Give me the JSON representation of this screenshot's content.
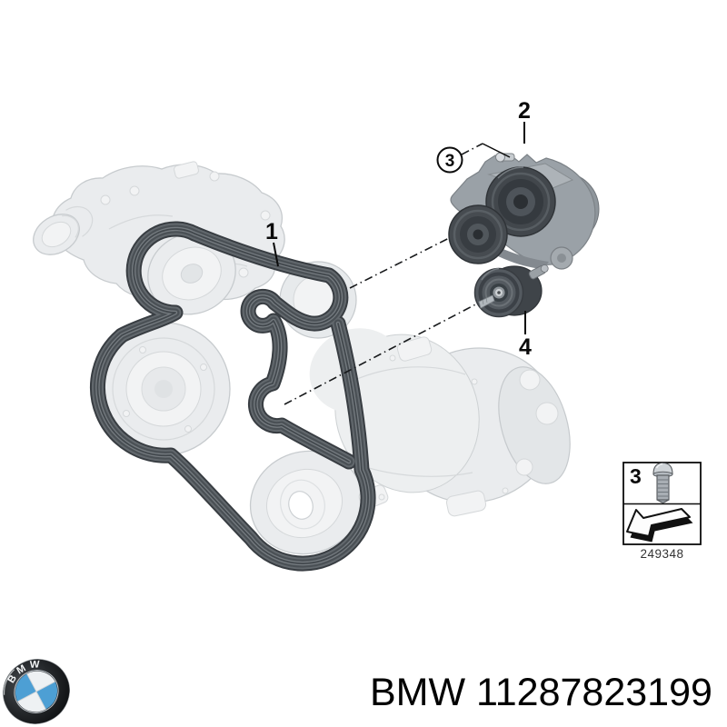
{
  "page": {
    "background": "#ffffff"
  },
  "diagram": {
    "callouts": {
      "c1": "1",
      "c2": "2",
      "c3": "3",
      "c4": "4"
    },
    "legend": {
      "item_number": "3",
      "reference_number": "249348",
      "icons": [
        "bolt-icon",
        "install-direction-arrow-icon"
      ]
    }
  },
  "footer": {
    "logo_letters": "BMW",
    "part_title": "BMW 11287823199"
  },
  "colors": {
    "bmw_blue": "#4d9fd4",
    "belt_gray": "#565c61",
    "ghost_gray": "#eaecee",
    "dark_part_gray": "#4a4f54",
    "text_black": "#000000"
  }
}
